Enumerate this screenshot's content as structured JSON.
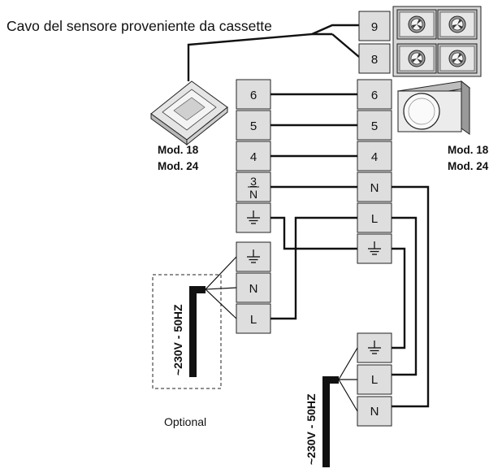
{
  "caption": "Cavo del sensore proveniente da cassette",
  "indoor_model_lines": [
    "Mod.  18",
    "Mod.  24"
  ],
  "outdoor_model_lines": [
    "Mod.  18",
    "Mod.  24"
  ],
  "indoor_terminals": [
    "6",
    "5",
    "4",
    "3/N",
    "ground"
  ],
  "outdoor_terminals": [
    "6",
    "5",
    "4",
    "N",
    "L",
    "ground"
  ],
  "sensor_terminals": [
    "9",
    "8"
  ],
  "indoor_supply_terminals": [
    "ground",
    "N",
    "L"
  ],
  "outdoor_supply_terminals": [
    "ground",
    "L",
    "N"
  ],
  "terminal_text": {
    "t9": "9",
    "t8": "8",
    "t6": "6",
    "t5": "5",
    "t4": "4",
    "t3": "3",
    "tN_sub": "N",
    "tN": "N",
    "tL": "L"
  },
  "supply_voltage_label": "~230V - 50HZ",
  "optional_label": "Optional",
  "icons": [
    "fan-coil-icon",
    "cassette-unit-icon",
    "outdoor-unit-icon",
    "ground-symbol-icon"
  ]
}
